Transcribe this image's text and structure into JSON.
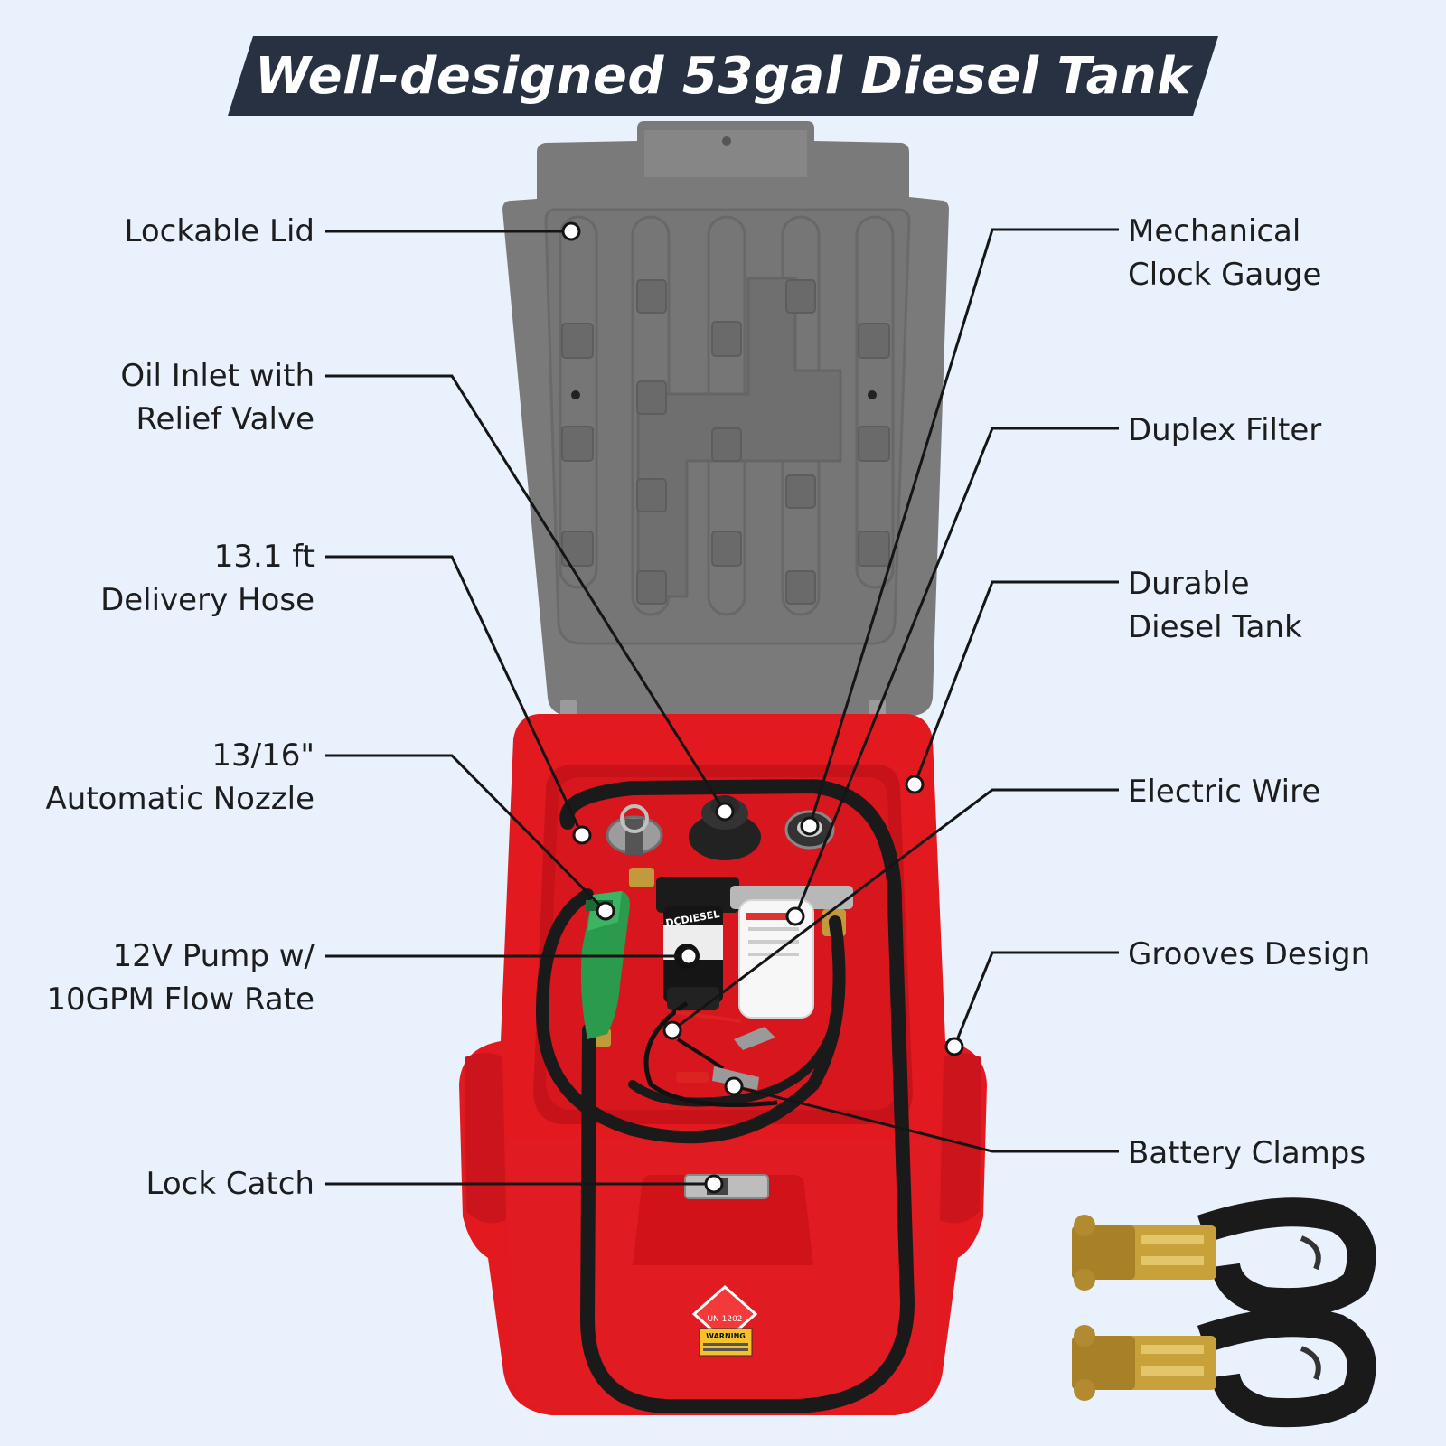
{
  "banner": {
    "title": "Well-designed 53gal Diesel Tank"
  },
  "callouts_left": [
    {
      "id": "lockable-lid",
      "lines": [
        "Lockable Lid"
      ]
    },
    {
      "id": "oil-inlet",
      "lines": [
        "Oil Inlet with",
        "Relief Valve"
      ]
    },
    {
      "id": "delivery-hose",
      "lines": [
        "13.1 ft",
        "Delivery Hose"
      ]
    },
    {
      "id": "nozzle",
      "lines": [
        "13/16\"",
        "Automatic Nozzle"
      ]
    },
    {
      "id": "pump",
      "lines": [
        "12V Pump w/",
        "10GPM Flow Rate"
      ]
    },
    {
      "id": "lock-catch",
      "lines": [
        "Lock Catch"
      ]
    }
  ],
  "callouts_right": [
    {
      "id": "clock-gauge",
      "lines": [
        "Mechanical",
        "Clock Gauge"
      ]
    },
    {
      "id": "duplex-filter",
      "lines": [
        "Duplex Filter"
      ]
    },
    {
      "id": "durable-tank",
      "lines": [
        "Durable",
        "Diesel Tank"
      ]
    },
    {
      "id": "electric-wire",
      "lines": [
        "Electric Wire"
      ]
    },
    {
      "id": "grooves",
      "lines": [
        "Grooves Design"
      ]
    },
    {
      "id": "battery-clamps",
      "lines": [
        "Battery Clamps"
      ]
    }
  ],
  "product": {
    "pump_brand": "DCDIESEL",
    "hazard_label": "UN 1202",
    "warning_label": "WARNING"
  },
  "colors": {
    "background": "#e9f1fd",
    "banner": "#283141",
    "tank_red": "#e2191f",
    "lid_gray": "#7a7a7a",
    "nozzle_green": "#2a9a4c"
  }
}
